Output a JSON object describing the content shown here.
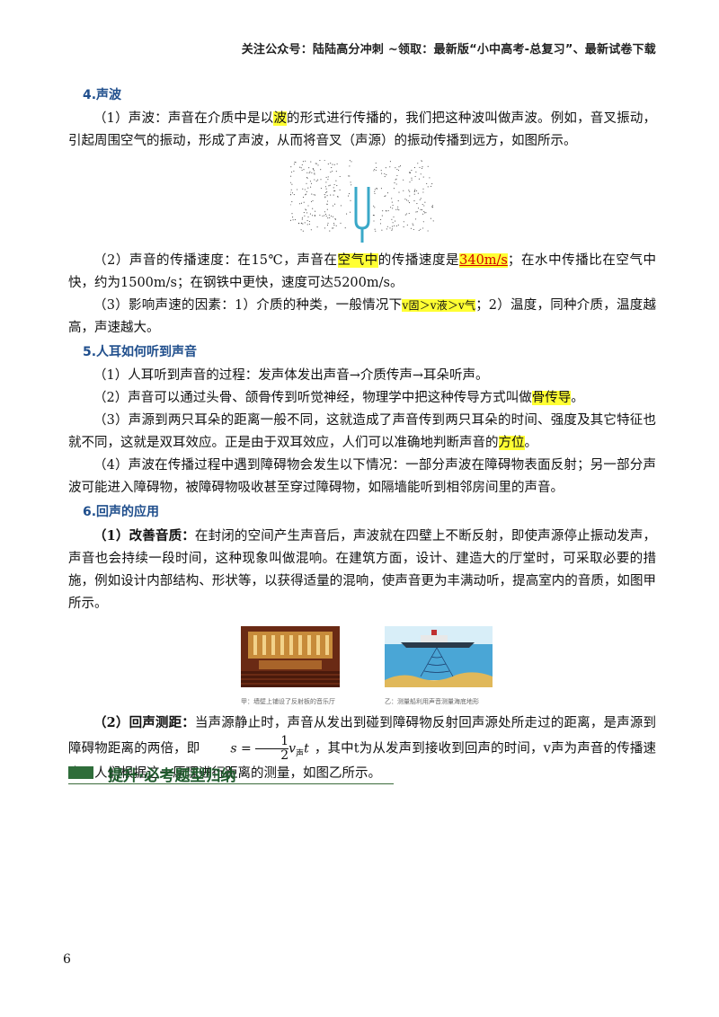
{
  "header": "关注公众号：陆陆高分冲刺  ~领取：最新版“小中高考-总复习”、最新试卷下载",
  "s4": {
    "title": "4.声波",
    "p1a": "（1）声波：声音在介质中是以",
    "p1hl": "波",
    "p1b": "的形式进行传播的，我们把这种波叫做声波。例如，音叉振动，引起周围空气的振动，形成了声波，从而将音叉（声源）的振动传播到远方，如图所示。",
    "p2a": "（2）声音的传播速度：在15℃，声音在",
    "p2hl": "空气中",
    "p2b": "的传播速度是",
    "p2red": "340m/s",
    "p2c": "；在水中传播比在空气中快，约为1500m/s；在钢铁中更快，速度可达5200m/s。",
    "p3a": "（3）影响声速的因素：1）介质的种类，一般情况下",
    "p3hl": "v固＞v液＞v气",
    "p3b": "；2）温度，同种介质，温度越高，声速越大。"
  },
  "s5": {
    "title": "5.人耳如何听到声音",
    "p1": "（1）人耳听到声音的过程：发声体发出声音→介质传声→耳朵听声。",
    "p2a": "（2）声音可以通过头骨、颌骨传到听觉神经，物理学中把这种传导方式叫做",
    "p2hl": "骨传导",
    "p2b": "。",
    "p3a": "（3）声源到两只耳朵的距离一般不同，这就造成了声音传到两只耳朵的时间、强度及其它特征也就不同，这就是双耳效应。正是由于双耳效应，人们可以准确地判断声音的",
    "p3hl": "方位",
    "p3b": "。",
    "p4": "（4）声波在传播过程中遇到障碍物会发生以下情况：一部分声波在障碍物表面反射；另一部分声波可能进入障碍物，被障碍物吸收甚至穿过障碍物，如隔墙能听到相邻房间里的声音。"
  },
  "s6": {
    "title": "6.回声的应用",
    "p1bold": "（1）改善音质：",
    "p1": "在封闭的空间产生声音后，声波就在四壁上不断反射，即使声源停止振动发声，声音也会持续一段时间，这种现象叫做混响。在建筑方面，设计、建造大的厅堂时，可采取必要的措施，例如设计内部结构、形状等，以获得适量的混响，使声音更为丰满动听，提高室内的音质，如图甲所示。",
    "cap1": "甲：墙壁上铺设了反射板的音乐厅",
    "cap2": "乙：测量船利用声音测量海底地形",
    "p2bold": "（2）回声测距：",
    "p2a": "当声源静止时，声音从发出到碰到障碍物反射回声源处所走过的距离，是声源到障碍物距离的两倍，即",
    "f_s": "s",
    "f_eq": "=",
    "f_num": "1",
    "f_den": "2",
    "f_v": "v",
    "f_sub": "声",
    "f_t": "t",
    "p2b": "，其中t为从发声到接收到回声的时间，v声为声音的传播速度。人们根据这一原理进行距离的测量，如图乙所示。"
  },
  "banner": "提升·必考题型归纳",
  "page_number": "6"
}
